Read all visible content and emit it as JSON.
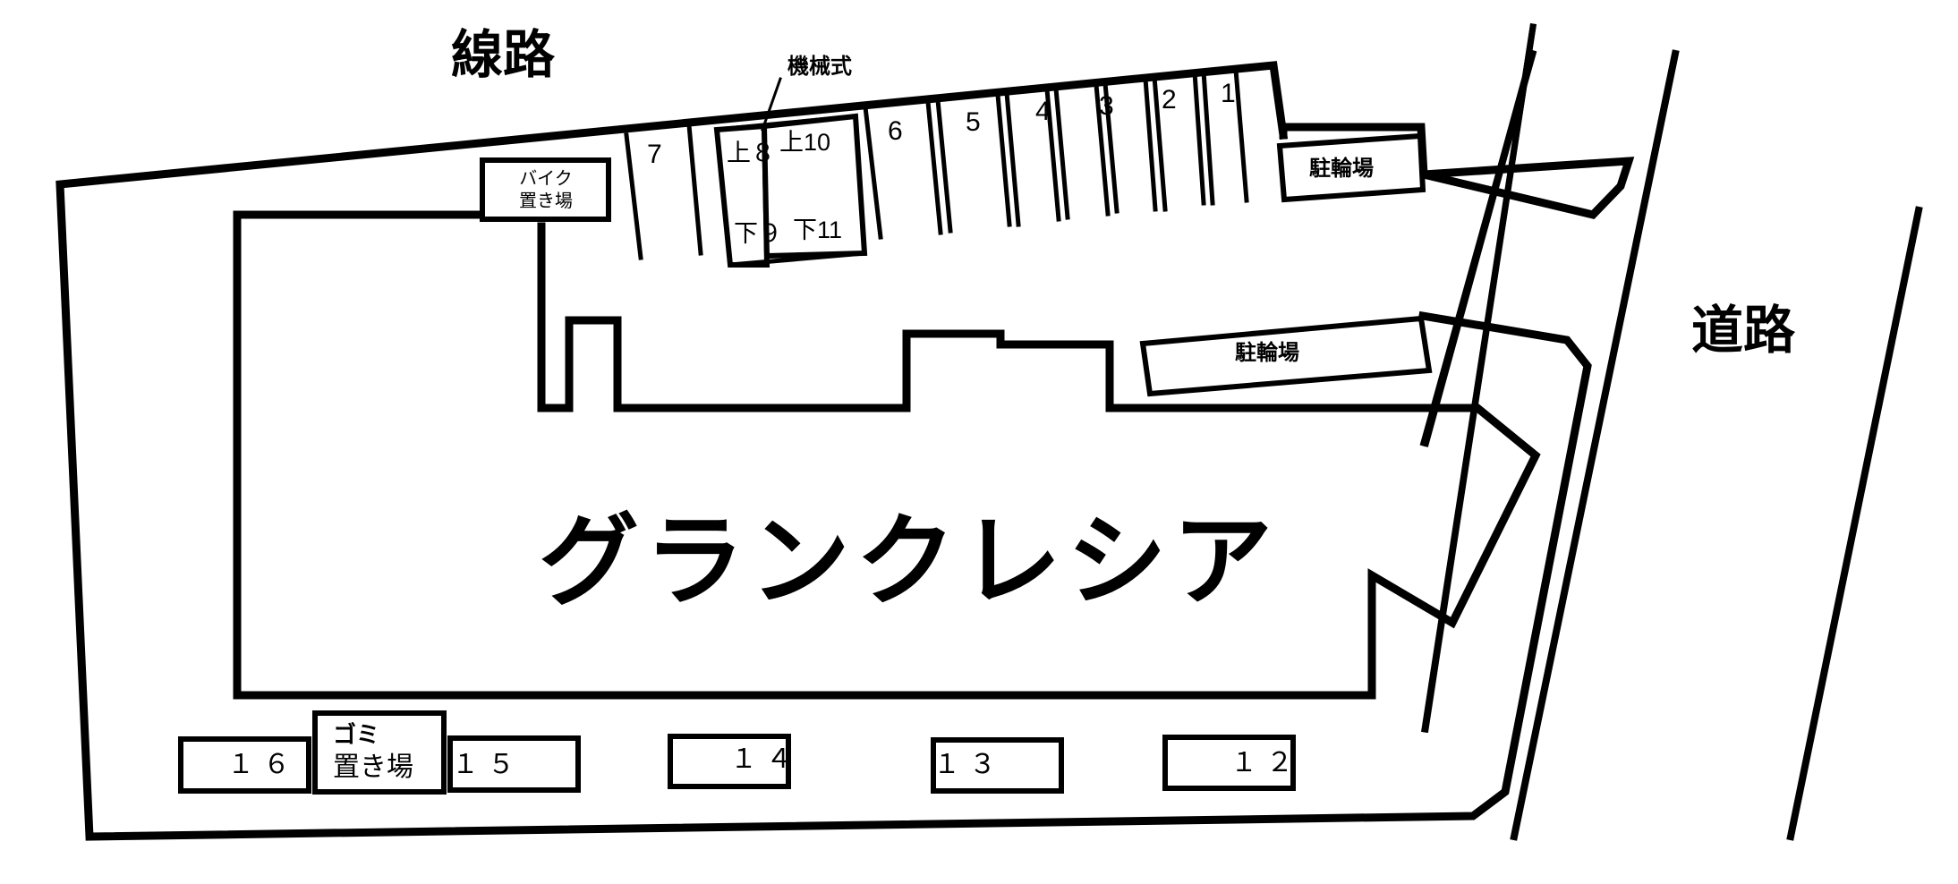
{
  "map": {
    "title": "グランクレシア",
    "labels": {
      "railway": "線路",
      "road": "道路",
      "mechanical_note": "機械式"
    },
    "facilities": {
      "bike_storage": "バイク\n置き場",
      "bike_storage_line1": "バイク",
      "bike_storage_line2": "置き場",
      "bicycle_parking_upper": "駐輪場",
      "bicycle_parking_lower": "駐輪場",
      "garbage_line1": "ゴミ",
      "garbage_line2": "置き場"
    },
    "top_row_stalls": [
      {
        "id": "1",
        "label": "1"
      },
      {
        "id": "2",
        "label": "2"
      },
      {
        "id": "3",
        "label": "3"
      },
      {
        "id": "4",
        "label": "4"
      },
      {
        "id": "5",
        "label": "5"
      },
      {
        "id": "6",
        "label": "6"
      },
      {
        "id": "7",
        "label": "7"
      }
    ],
    "mechanical_stalls": [
      {
        "id": "8",
        "label": "上８"
      },
      {
        "id": "9",
        "label": "下９"
      },
      {
        "id": "10",
        "label": "上10"
      },
      {
        "id": "11",
        "label": "下11"
      }
    ],
    "bottom_row_stalls": [
      {
        "id": "12",
        "label": "１２"
      },
      {
        "id": "13",
        "label": "１３"
      },
      {
        "id": "14",
        "label": "１４"
      },
      {
        "id": "15",
        "label": "１５"
      },
      {
        "id": "16",
        "label": "１６"
      }
    ],
    "colors": {
      "line": "#000000",
      "background": "#ffffff"
    }
  }
}
